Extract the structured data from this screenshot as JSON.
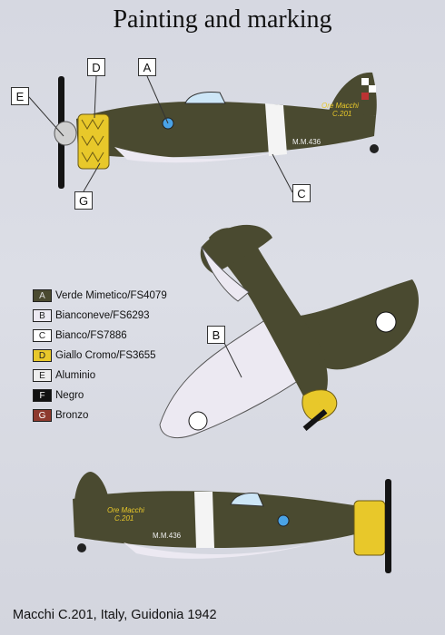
{
  "title": "Painting and marking",
  "caption": "Macchi C.201, Italy, Guidonia 1942",
  "legend": [
    {
      "code": "A",
      "label": "Verde Mimetico/FS4079",
      "color": "#4a4a30",
      "text_color": "#ddd"
    },
    {
      "code": "B",
      "label": "Bianconeve/FS6293",
      "color": "#ece9f2",
      "text_color": "#222"
    },
    {
      "code": "C",
      "label": "Bianco/FS7886",
      "color": "#ffffff",
      "text_color": "#222"
    },
    {
      "code": "D",
      "label": "Giallo Cromo/FS3655",
      "color": "#e8c82a",
      "text_color": "#222"
    },
    {
      "code": "E",
      "label": "Aluminio",
      "color": "#eeeeee",
      "text_color": "#222"
    },
    {
      "code": "F",
      "label": "Negro",
      "color": "#111111",
      "text_color": "#fff"
    },
    {
      "code": "G",
      "label": "Bronzo",
      "color": "#8e3a2e",
      "text_color": "#fff"
    }
  ],
  "callouts": {
    "top_a": "A",
    "top_c": "C",
    "top_d": "D",
    "top_e": "E",
    "top_g": "G",
    "mid_b": "B"
  },
  "aircraft_markings": {
    "nose_text": "Ore Macchi",
    "code_text": "C.201",
    "serial": "M.M.436"
  }
}
